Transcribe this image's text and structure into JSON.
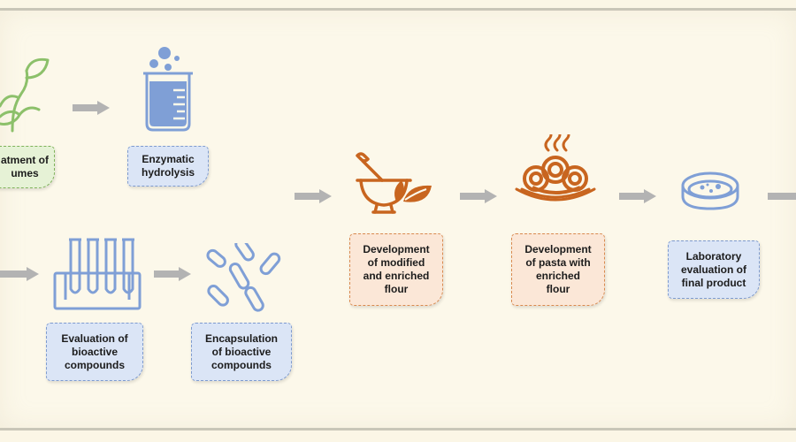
{
  "steps": {
    "pretreatment": "atment of\numes",
    "hydrolysis": "Enzymatic\nhydrolysis",
    "evaluation": "Evaluation of\nbioactive\ncompounds",
    "encapsulation": "Encapsulation\nof bioactive\ncompounds",
    "flour": "Development\nof modified\nand enriched\nflour",
    "pasta": "Development\nof pasta with\nenriched\nflour",
    "lab": "Laboratory\nevaluation of\nfinal product"
  },
  "icons": {
    "sprout": "sprout-icon",
    "beaker": "beaker-icon",
    "test_tubes": "test-tubes-icon",
    "capsules": "capsules-icon",
    "mortar": "mortar-pestle-icon",
    "pasta": "pasta-plate-icon",
    "petri": "petri-dish-icon"
  },
  "colors": {
    "green_fill": "#e6f2d6",
    "green_border": "#7fb35a",
    "blue_fill": "#dbe5f6",
    "blue_border": "#7e9bcf",
    "orange_fill": "#fbe7d7",
    "orange_border": "#d98a4f",
    "icon_green": "#8cc06a",
    "icon_blue": "#7f9fd6",
    "icon_orange": "#c8651f",
    "arrow": "#b3b3b3"
  }
}
